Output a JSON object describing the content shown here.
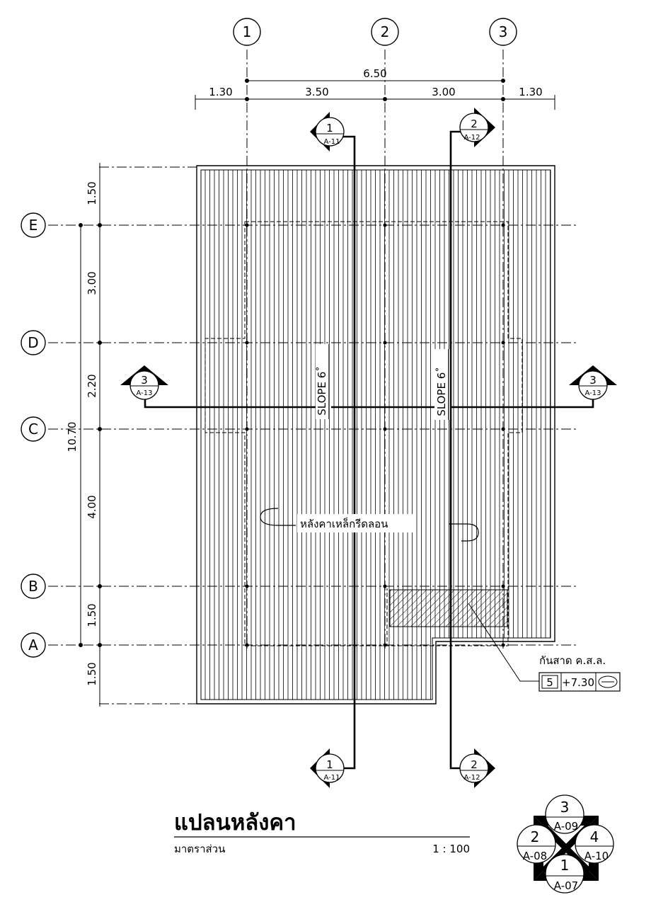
{
  "grid_labels": {
    "columns": [
      "1",
      "2",
      "3"
    ],
    "rows": [
      "E",
      "D",
      "C",
      "B",
      "A"
    ]
  },
  "dimensions": {
    "top_total": "6.50",
    "top_segments": [
      "1.30",
      "3.50",
      "3.00",
      "1.30"
    ],
    "left_segments": [
      "1.50",
      "3.00",
      "2.20",
      "4.00",
      "1.50",
      "1.50"
    ],
    "left_total": "10.70"
  },
  "section_markers": {
    "s1": {
      "number": "1",
      "sheet": "A-11"
    },
    "s2": {
      "number": "2",
      "sheet": "A-12"
    },
    "s3": {
      "number": "3",
      "sheet": "A-13"
    }
  },
  "notes": {
    "slope_left": "SLOPE 6˚",
    "slope_right": "SLOPE 6˚",
    "roof_material": "หลังคาเหล็กรีดลอน",
    "canopy_label": "กันสาด ค.ส.ล.",
    "canopy_code": "5",
    "canopy_level": "+7.30"
  },
  "title_block": {
    "title": "แปลนหลังคา",
    "scale_label": "มาตราส่วน",
    "scale_value": "1 : 100"
  },
  "elevation_key": {
    "top": {
      "number": "3",
      "sheet": "A-09"
    },
    "left": {
      "number": "2",
      "sheet": "A-08"
    },
    "right": {
      "number": "4",
      "sheet": "A-10"
    },
    "bottom": {
      "number": "1",
      "sheet": "A-07"
    }
  }
}
